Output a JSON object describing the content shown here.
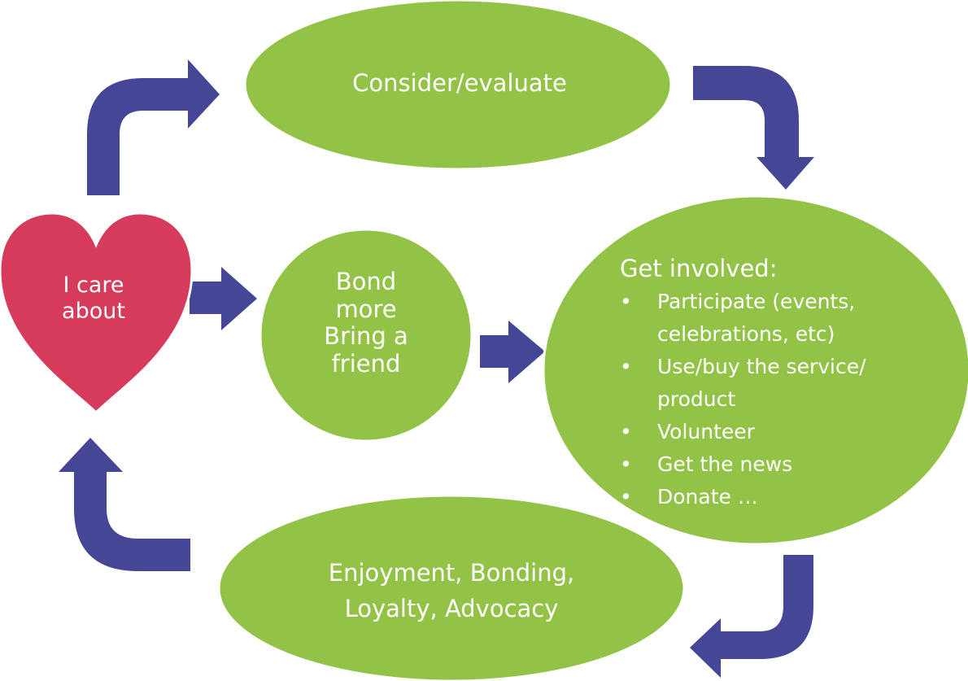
{
  "nodes": {
    "heart": {
      "lines": [
        "I care",
        "about"
      ]
    },
    "consider": {
      "label": "Consider/evaluate"
    },
    "bond": {
      "lines": [
        "Bond",
        "more",
        "Bring a",
        "friend"
      ]
    },
    "involved": {
      "title": "Get involved:",
      "items": [
        "Participate (events, celebrations, etc)",
        "Use/buy the service/ product",
        "Volunteer",
        "Get the news",
        "Donate …"
      ]
    },
    "enjoy": {
      "lines": [
        "Enjoyment, Bonding,",
        "Loyalty, Advocacy"
      ]
    }
  },
  "colors": {
    "heart": "#d63b5c",
    "node_fill": "#92c347",
    "node_stroke": "#ffffff",
    "arrow": "#464697",
    "text": "#ffffff"
  },
  "icons": {
    "heart": "heart-shape",
    "arrows": [
      "curved-arrow-right",
      "curved-arrow-down",
      "straight-arrow-right",
      "curved-arrow-left",
      "curved-arrow-up"
    ]
  }
}
